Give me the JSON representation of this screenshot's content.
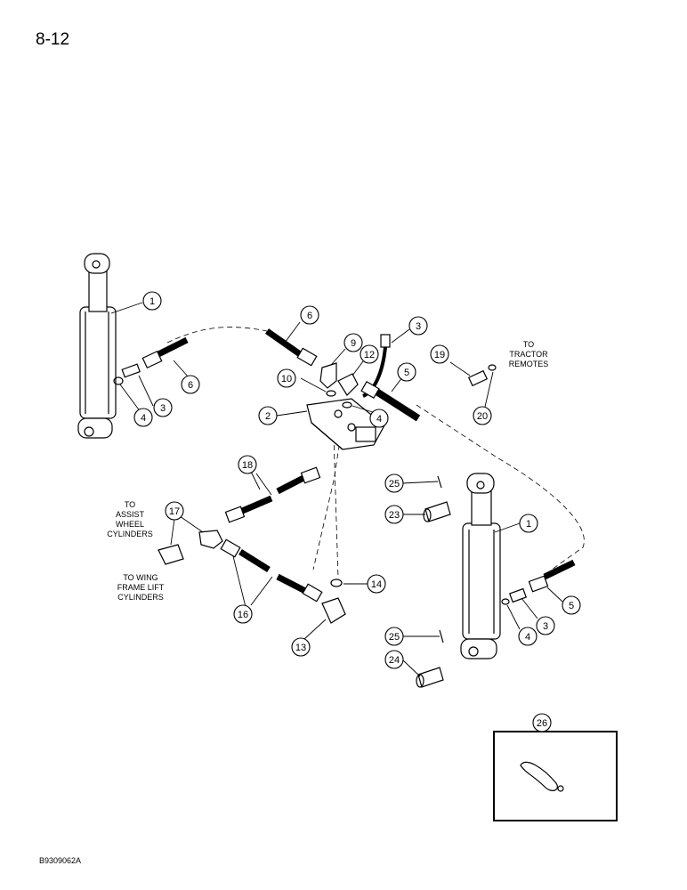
{
  "page_number": "8-12",
  "figure_code": "B9309062A",
  "callouts": {
    "c1a": "1",
    "c1b": "1",
    "c2": "2",
    "c3a": "3",
    "c3b": "3",
    "c3c": "3",
    "c4a": "4",
    "c4b": "4",
    "c4c": "4",
    "c5a": "5",
    "c5b": "5",
    "c6a": "6",
    "c6b": "6",
    "c9": "9",
    "c10": "10",
    "c12": "12",
    "c13": "13",
    "c14": "14",
    "c16": "16",
    "c17": "17",
    "c18": "18",
    "c19": "19",
    "c20": "20",
    "c23": "23",
    "c24": "24",
    "c25a": "25",
    "c25b": "25",
    "c26": "26"
  },
  "notes": {
    "tractor": [
      "TO",
      "TRACTOR",
      "REMOTES"
    ],
    "assist": [
      "TO",
      "ASSIST",
      "WHEEL",
      "CYLINDERS"
    ],
    "wing": [
      "TO WING",
      "FRAME LIFT",
      "CYLINDERS"
    ]
  }
}
